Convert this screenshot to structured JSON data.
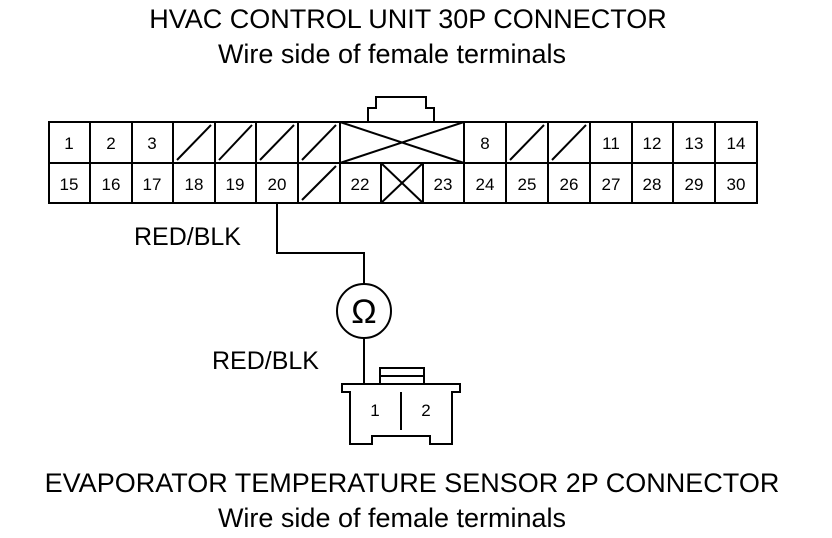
{
  "hvac_connector": {
    "title": "HVAC CONTROL UNIT 30P CONNECTOR",
    "subtitle": "Wire side of female terminals",
    "top_row": [
      "1",
      "2",
      "3",
      "",
      "",
      "",
      "",
      "",
      "8",
      "",
      "",
      "11",
      "12",
      "13",
      "14"
    ],
    "bottom_row": [
      "15",
      "16",
      "17",
      "18",
      "19",
      "20",
      "",
      "22",
      "",
      "23",
      "24",
      "25",
      "26",
      "27",
      "28",
      "29",
      "30"
    ]
  },
  "wires": {
    "upper_label": "RED/BLK",
    "lower_label": "RED/BLK"
  },
  "meter": {
    "symbol": "Ω"
  },
  "sensor_connector": {
    "title": "EVAPORATOR TEMPERATURE SENSOR 2P CONNECTOR",
    "subtitle": "Wire side of female terminals",
    "pins": [
      "1",
      "2"
    ]
  }
}
